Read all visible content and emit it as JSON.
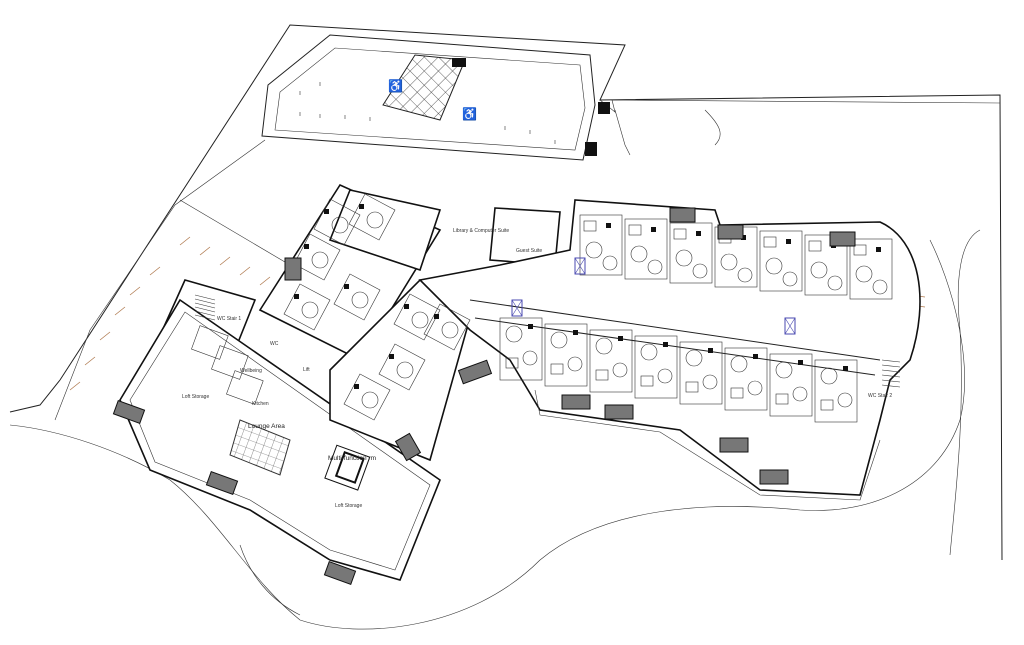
{
  "plan": {
    "labels": {
      "lounge": "Lounge Area",
      "multi": "Multi-function rm",
      "guest": "Guest Suite",
      "library": "Library & Computer Suite",
      "loft1": "Loft Storage",
      "loft2": "Loft Storage",
      "stair1": "WC Stair 1",
      "stair2": "WC Stair 2",
      "lift": "Lift",
      "wc": "WC",
      "wellbeing": "Wellbeing",
      "kitchen": "Kitchen"
    },
    "colors": {
      "line": "#222222",
      "hatch": "#555555",
      "accent_blue": "#4a4ab0",
      "trees": "#b07a50"
    }
  }
}
